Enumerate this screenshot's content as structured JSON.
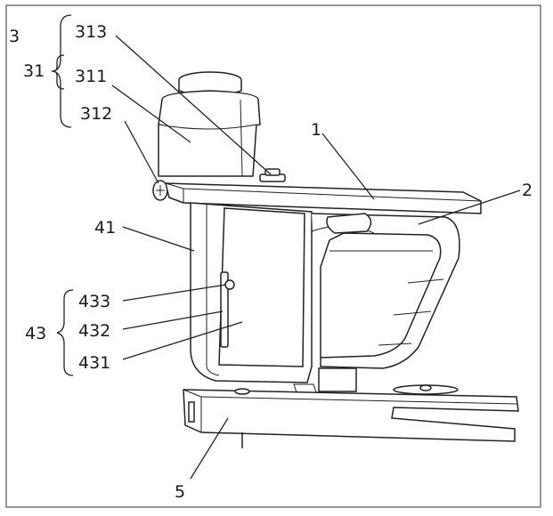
{
  "labels": {
    "l3": "3",
    "l31": "31",
    "l313": "313",
    "l311": "311",
    "l312": "312",
    "l1": "1",
    "l2": "2",
    "l41": "41",
    "l43": "43",
    "l433": "433",
    "l432": "432",
    "l431": "431",
    "l5": "5"
  }
}
